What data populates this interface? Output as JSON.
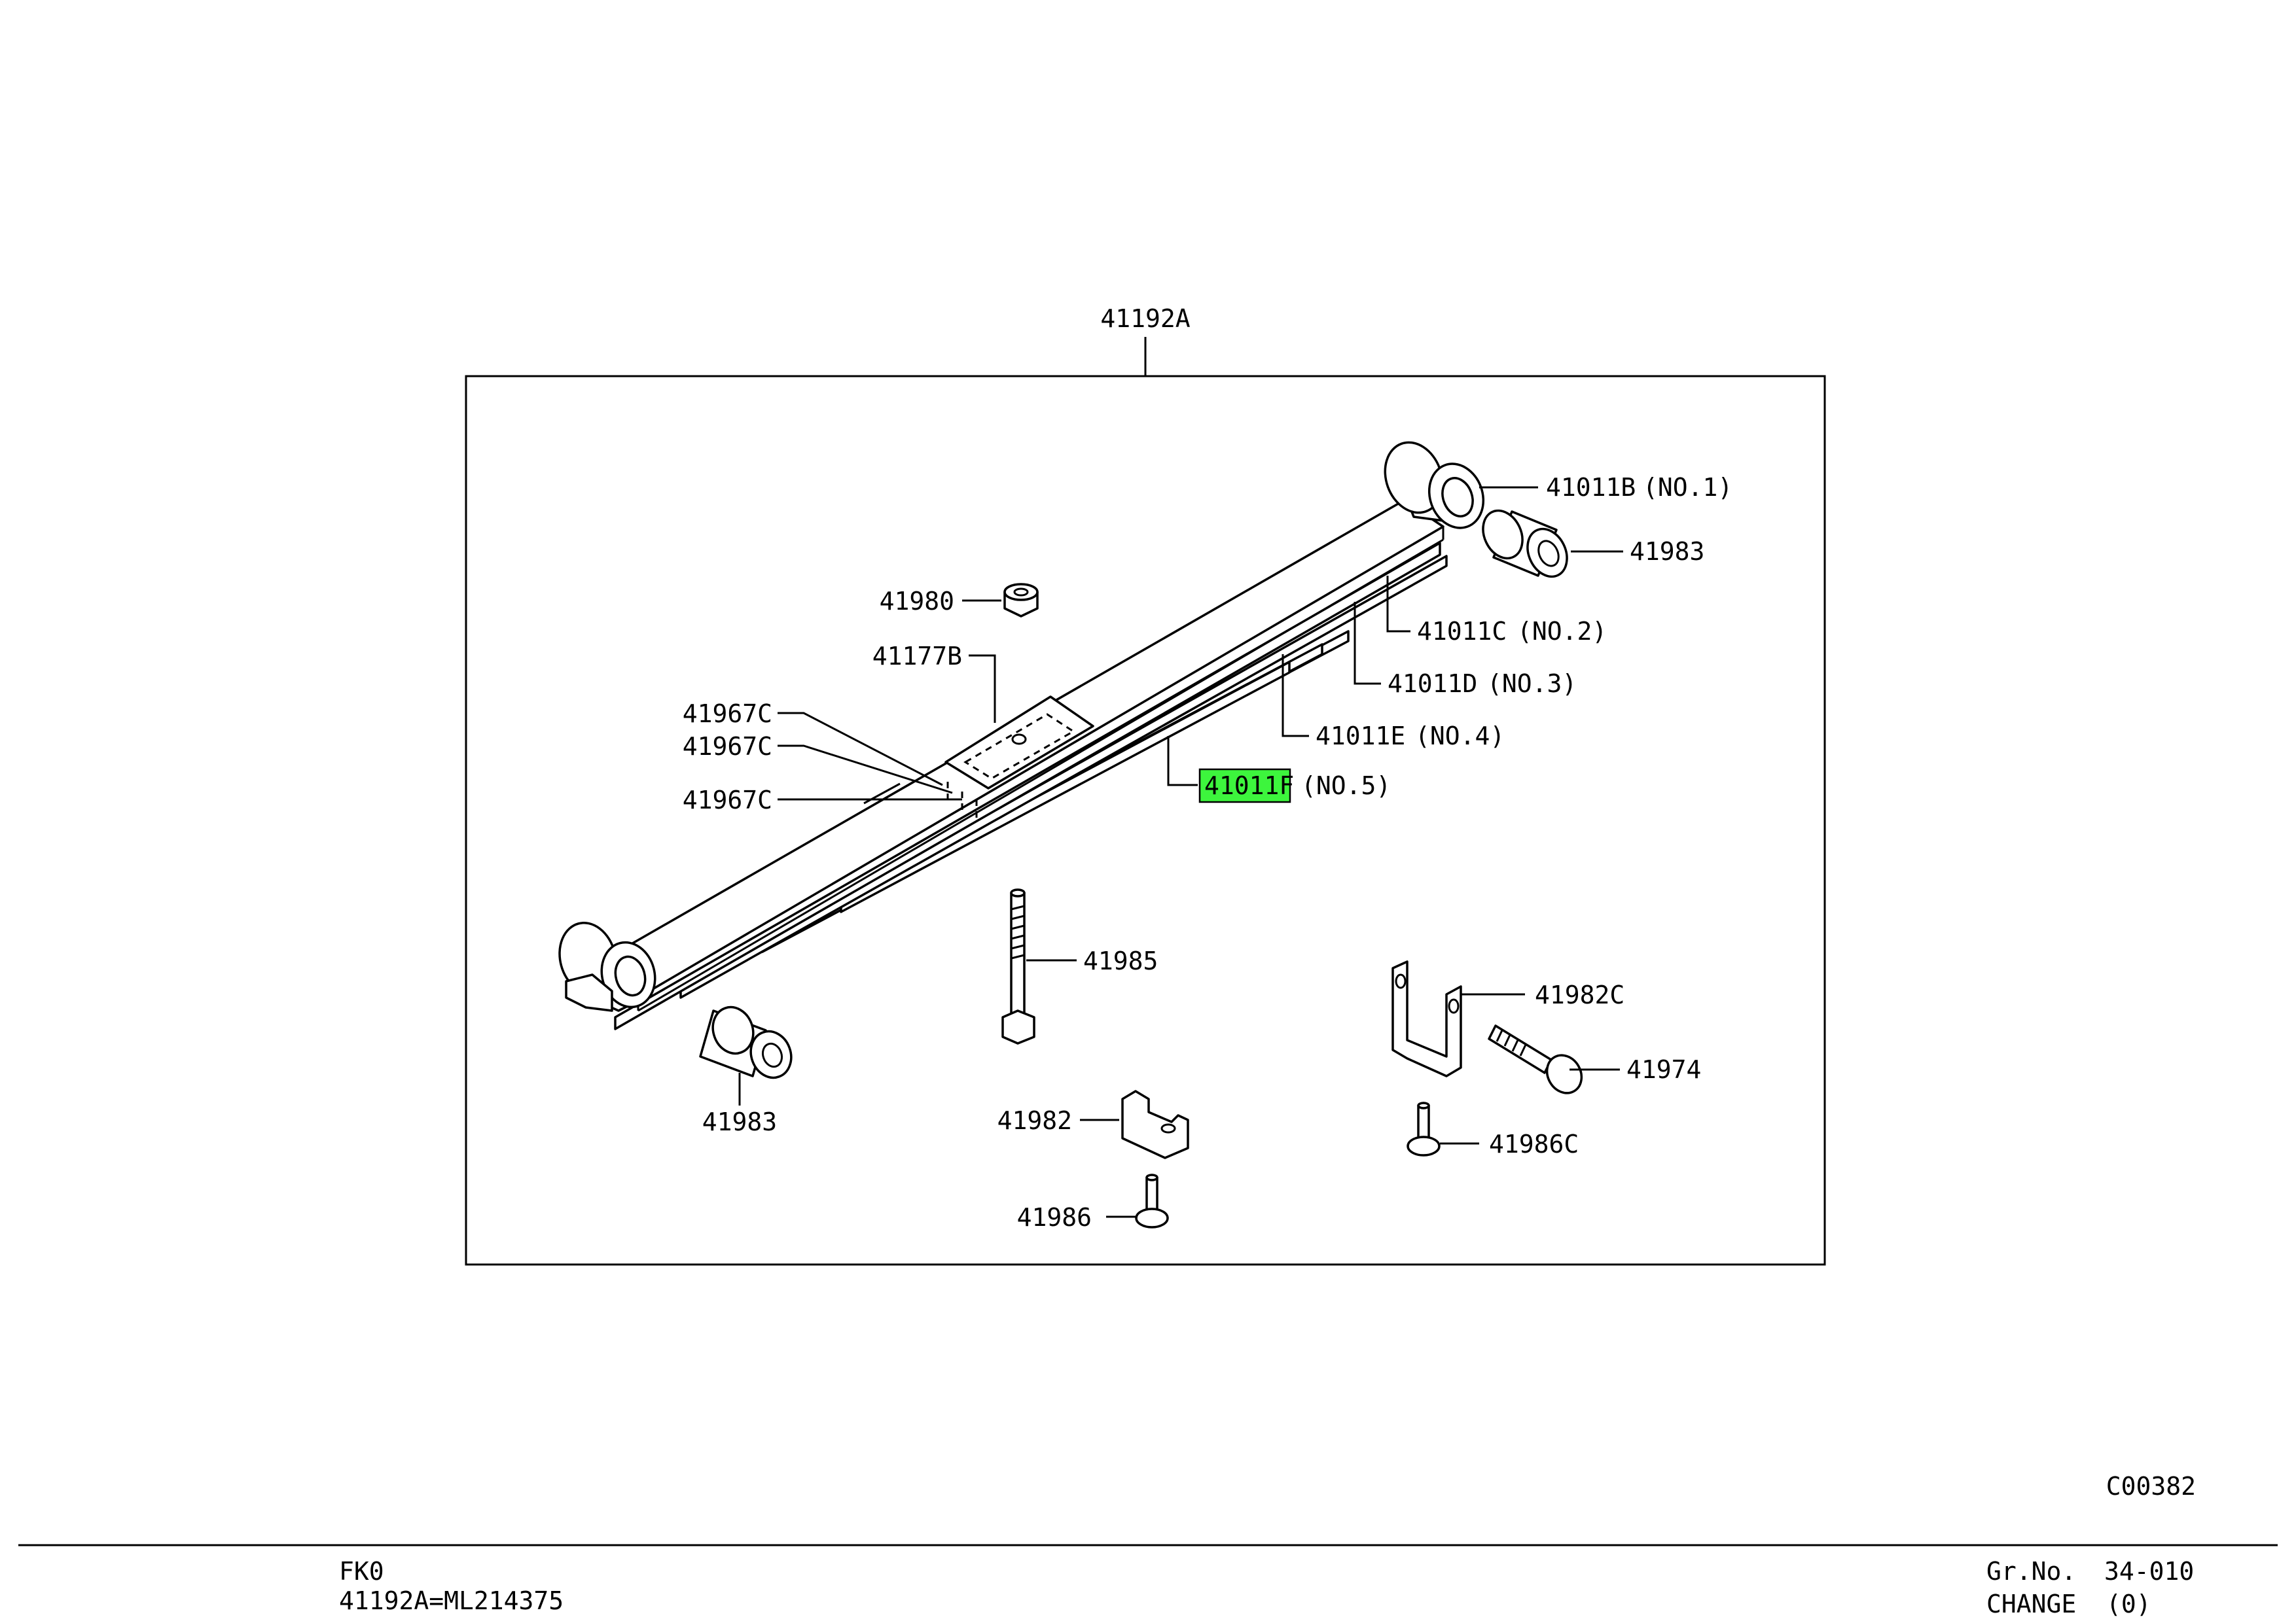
{
  "assembly_label": "41192A",
  "highlight_color": "#3df53d",
  "callouts": {
    "leaf_no1": {
      "part": "41011B",
      "note": "(NO.1)"
    },
    "leaf_no2": {
      "part": "41011C",
      "note": "(NO.2)"
    },
    "leaf_no3": {
      "part": "41011D",
      "note": "(NO.3)"
    },
    "leaf_no4": {
      "part": "41011E",
      "note": "(NO.4)"
    },
    "leaf_no5": {
      "part": "41011F",
      "note": "(NO.5)",
      "highlighted": true
    },
    "bushing_right": "41983",
    "bushing_left": "41983",
    "nut": "41980",
    "center_pad": "41177B",
    "clip_1": "41967C",
    "clip_2": "41967C",
    "clip_3": "41967C",
    "center_bolt": "41985",
    "bracket_c": "41982C",
    "bolt_41974": "41974",
    "clamp": "41982",
    "screw_c": "41986C",
    "screw": "41986"
  },
  "figure_code": "C00382",
  "footer": {
    "model": "FK0",
    "part_mapping": "41192A=ML214375",
    "gr_no_label": "Gr.No.",
    "gr_no_value": "34-010",
    "change_label": "CHANGE",
    "change_value": "(0)"
  }
}
